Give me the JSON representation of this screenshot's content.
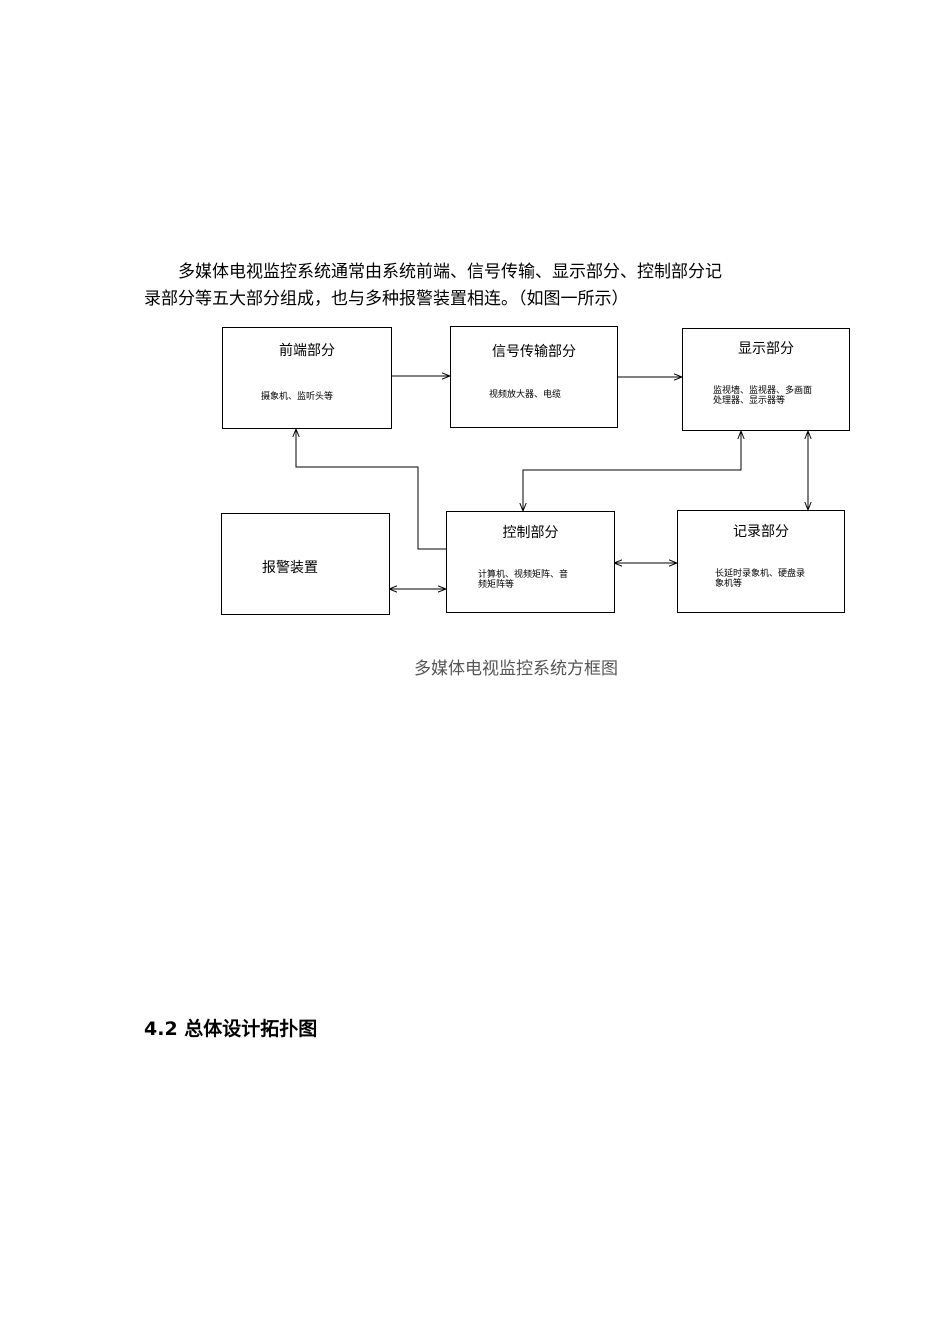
{
  "intro": {
    "line1": "多媒体电视监控系统通常由系统前端、信号传输、显示部分、控制部分记",
    "line2": "录部分等五大部分组成，也与多种报警装置相连。（如图一所示）"
  },
  "diagram": {
    "front": {
      "title": "前端部分",
      "desc": "摄象机、监听头等"
    },
    "signal": {
      "title": "信号传输部分",
      "desc": "视频放大器、电缆"
    },
    "display": {
      "title": "显示部分",
      "desc_line1": "监视墙、监视器、多画面",
      "desc_line2": "处理器、显示器等"
    },
    "alarm": {
      "title": "报警装置"
    },
    "control": {
      "title": "控制部分",
      "desc_line1": "计算机、视频矩阵、音",
      "desc_line2": "频矩阵等"
    },
    "record": {
      "title": "记录部分",
      "desc_line1": "长延时录象机、硬盘录",
      "desc_line2": "象机等"
    }
  },
  "caption": "多媒体电视监控系统方框图",
  "section_heading": "4.2 总体设计拓扑图"
}
